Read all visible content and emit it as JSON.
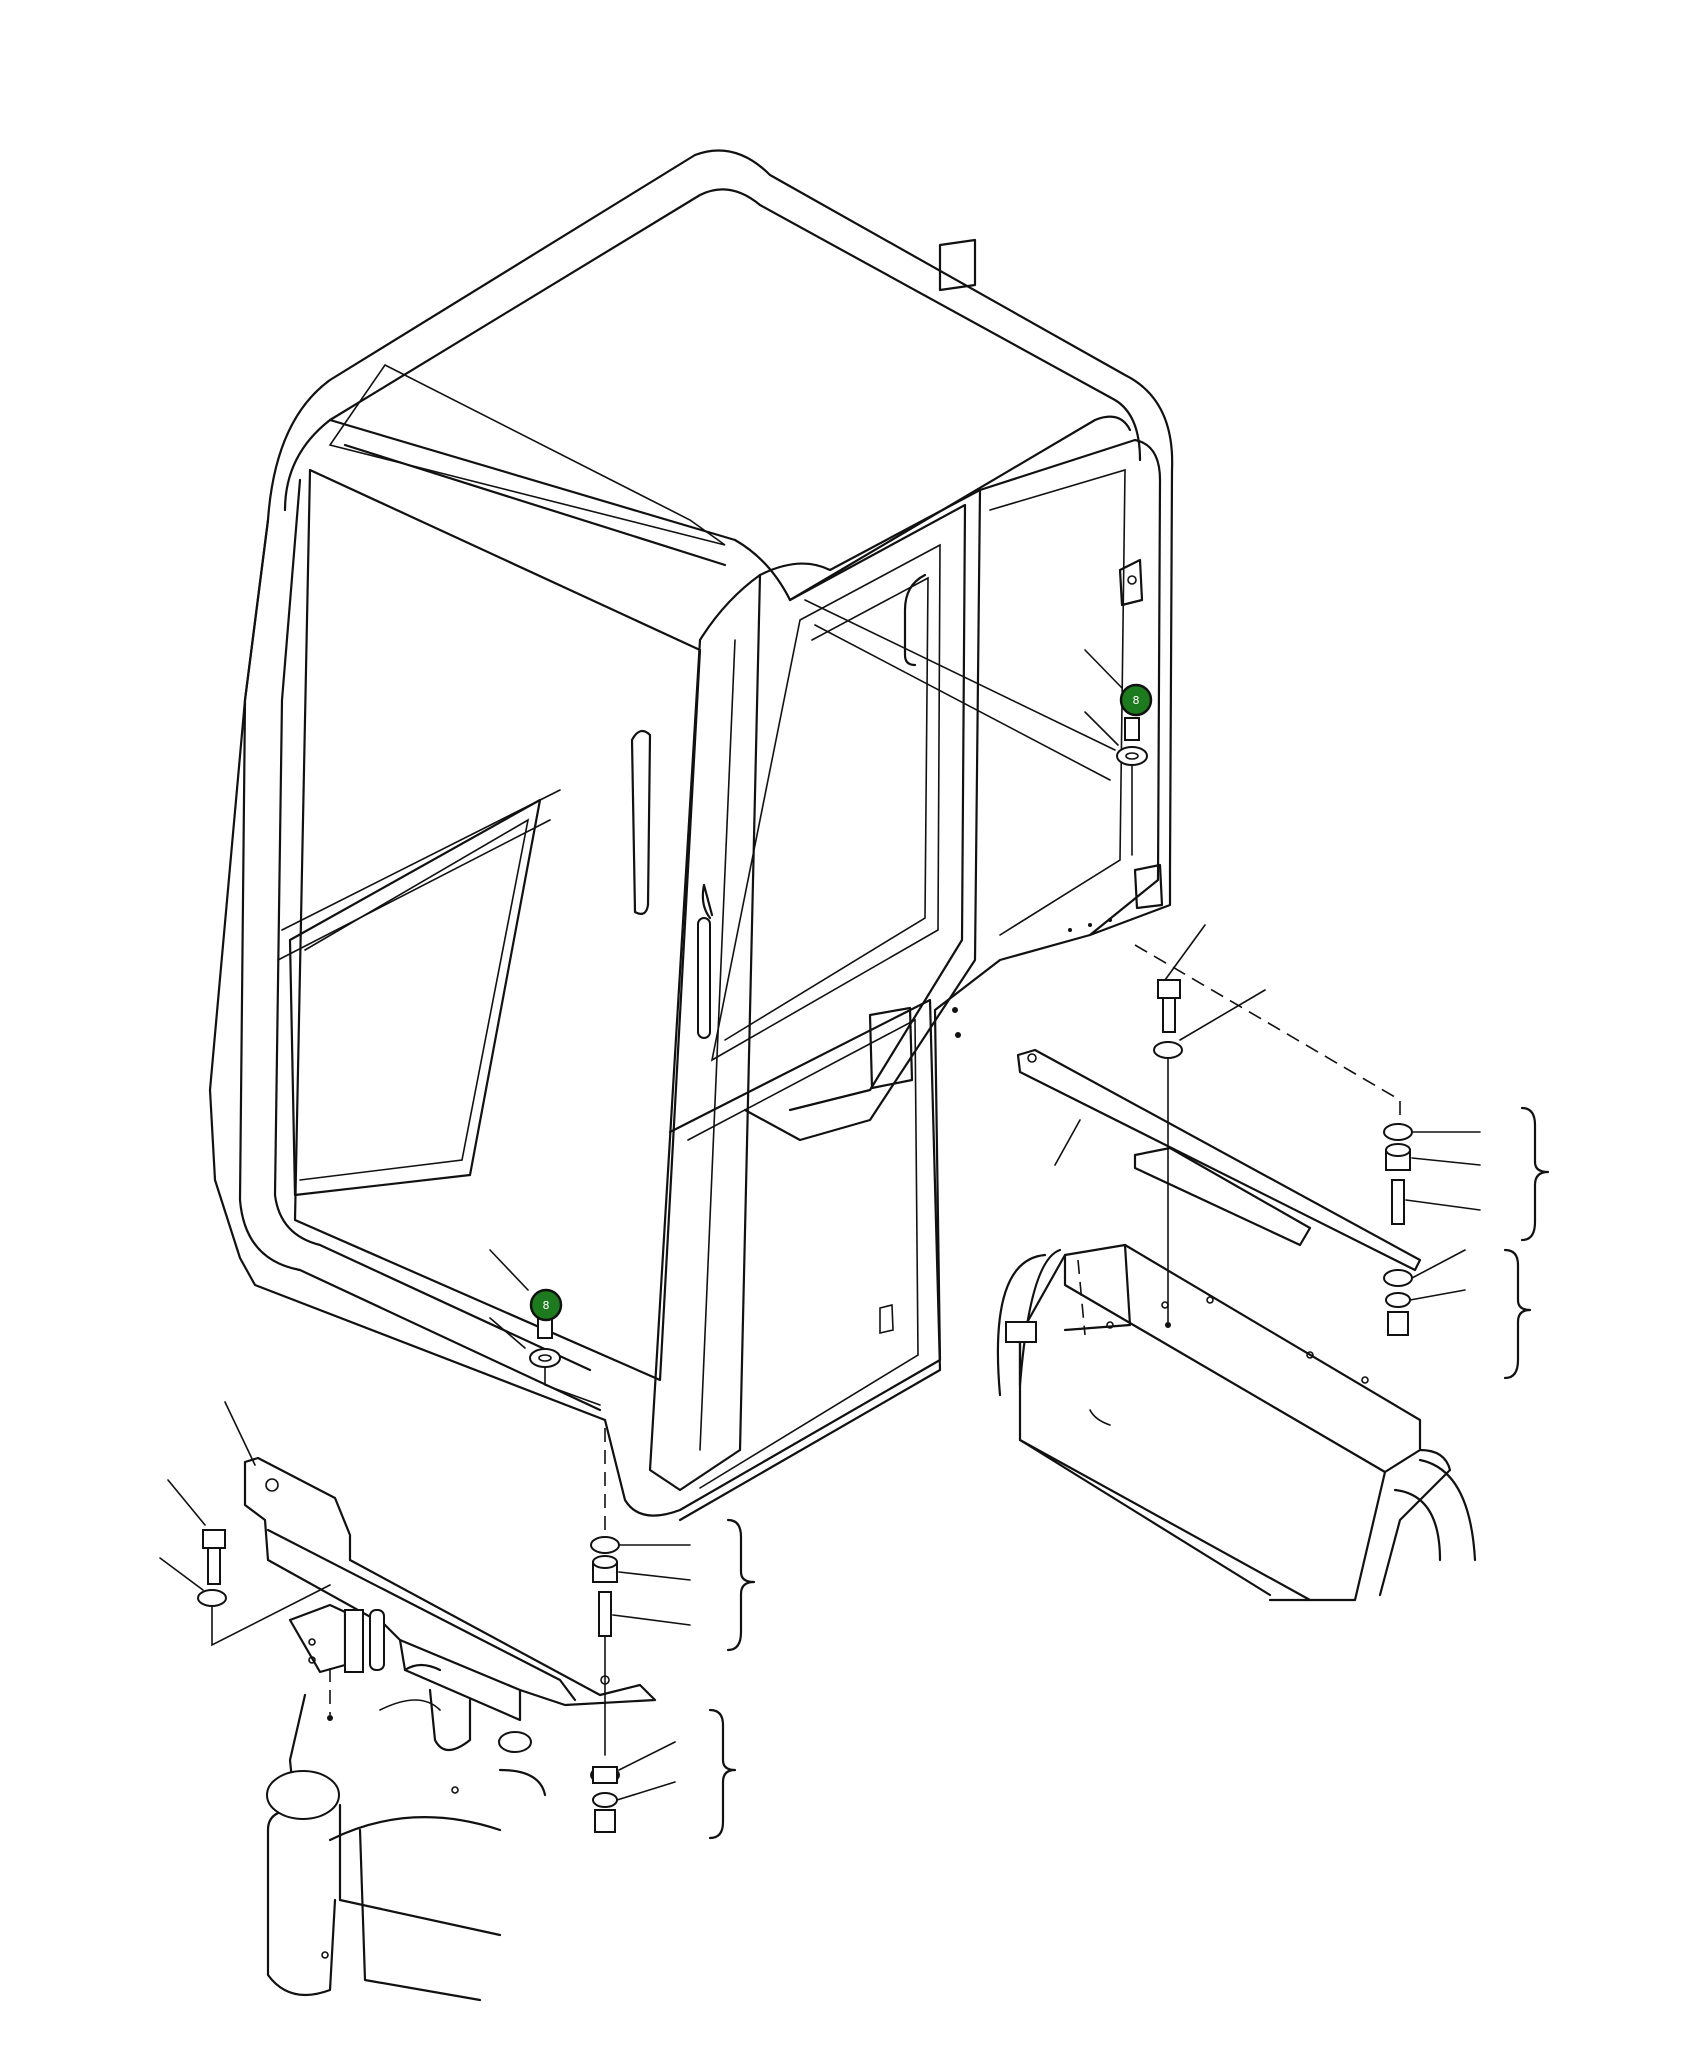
{
  "diagram": {
    "callouts": [
      {
        "id": "callout-upper",
        "label": "8",
        "color": "#1e7a1e"
      },
      {
        "id": "callout-lower",
        "label": "8",
        "color": "#1e7a1e"
      }
    ]
  }
}
